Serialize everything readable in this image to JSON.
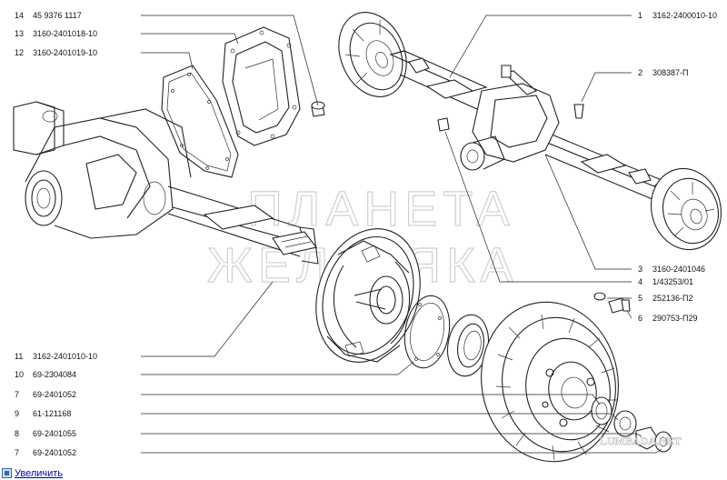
{
  "watermark": {
    "line1": "ПЛАНЕТА",
    "line2": "ЖЕЛЕЗЯКА",
    "site": "LUMBADA.NET"
  },
  "callouts_left": [
    {
      "num": "14",
      "code": "45 9376 1117"
    },
    {
      "num": "13",
      "code": "3160-2401018-10"
    },
    {
      "num": "12",
      "code": "3160-2401019-10"
    },
    {
      "num": "11",
      "code": "3162-2401010-10"
    },
    {
      "num": "10",
      "code": "69-2304084"
    },
    {
      "num": "7",
      "code": "69-2401052"
    },
    {
      "num": "9",
      "code": "61-121168"
    },
    {
      "num": "8",
      "code": "69-2401055"
    },
    {
      "num": "7",
      "code": "69-2401052"
    }
  ],
  "callouts_right": [
    {
      "num": "1",
      "code": "3162-2400010-10"
    },
    {
      "num": "2",
      "code": "308387-П"
    },
    {
      "num": "3",
      "code": "3160-2401046"
    },
    {
      "num": "4",
      "code": "1/43253/01"
    },
    {
      "num": "5",
      "code": "252136-П2"
    },
    {
      "num": "6",
      "code": "290753-П29"
    }
  ],
  "footer": {
    "link_label": "Увеличить",
    "icon": "zoom-icon"
  }
}
